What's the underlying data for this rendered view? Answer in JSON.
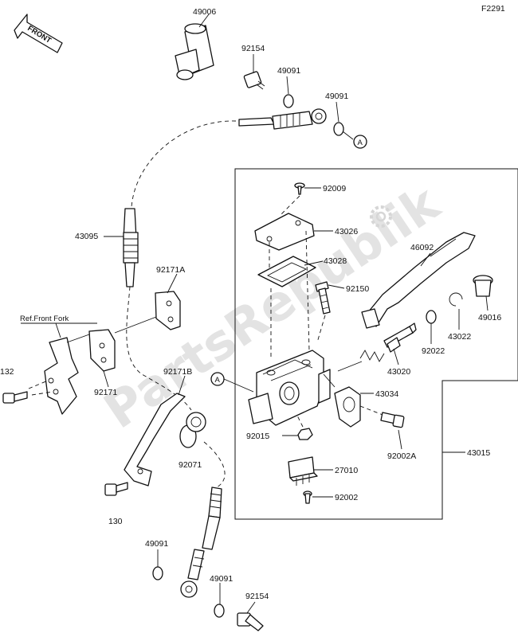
{
  "diagram_code": "F2291",
  "front_indicator": "FRONT",
  "watermark": "PartsRepublik",
  "reference_text": "Ref.Front Fork",
  "callout_letter": "A",
  "parts": {
    "p49006": "49006",
    "p92154_top": "92154",
    "p49091_a": "49091",
    "p49091_b": "49091",
    "p43095": "43095",
    "p92171a": "92171A",
    "p92171": "92171",
    "p92171b": "92171B",
    "p132": "132",
    "p130": "130",
    "p92071": "92071",
    "p49091_c": "49091",
    "p49091_d": "49091",
    "p92154_bot": "92154",
    "p92009": "92009",
    "p43026": "43026",
    "p43028": "43028",
    "p92150": "92150",
    "p46092": "46092",
    "p43022": "43022",
    "p49016": "49016",
    "p92022": "92022",
    "p43020": "43020",
    "p43034": "43034",
    "p92015": "92015",
    "p92002a": "92002A",
    "p43015": "43015",
    "p27010": "27010",
    "p92002": "92002"
  }
}
